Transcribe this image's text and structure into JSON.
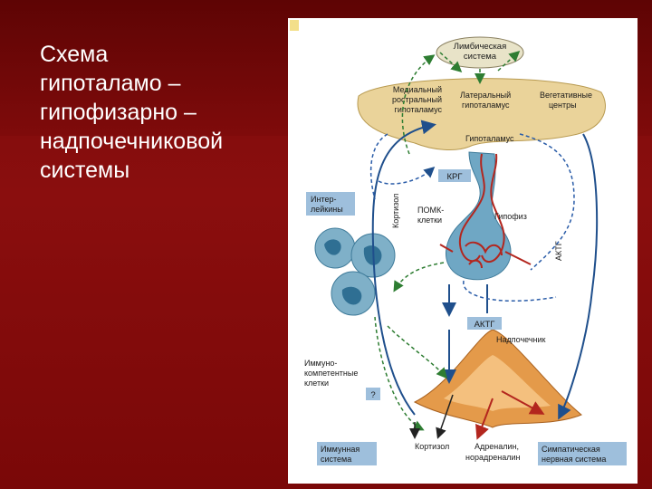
{
  "slide": {
    "title_lines": [
      "Схема",
      "гипоталамо –",
      "гипофизарно –",
      "надпочечниковой",
      "системы"
    ]
  },
  "diagram": {
    "limbic_system": [
      "Лимбическая",
      "система"
    ],
    "medial_hypothalamus": [
      "Медиальный",
      "ростральный",
      "гипоталамус"
    ],
    "lateral_hypothalamus": [
      "Латеральный",
      "гипоталамус"
    ],
    "autonomic_centers": [
      "Вегетативные",
      "центры"
    ],
    "hypothalamus": "Гипоталамус",
    "crh": "КРГ",
    "interleukins": [
      "Интер-",
      "лейкины"
    ],
    "cortisol_vertical": "Кортизол",
    "pomc_cells": [
      "ПОМК-",
      "клетки"
    ],
    "pituitary": "Гипофиз",
    "acth_vertical": "АКТГ",
    "acth": "АКТГ",
    "adrenal": "Надпочечник",
    "immunocompetent_cells": [
      "Иммуно-",
      "компетентные",
      "клетки"
    ],
    "question": "?",
    "immune_system": [
      "Иммунная",
      "система"
    ],
    "cortisol": "Кортизол",
    "adrenaline": [
      "Адреналин,",
      "норадреналин"
    ],
    "sympathetic": [
      "Симпатическая",
      "нервная система"
    ]
  },
  "colors": {
    "blue": "#1f4f8c",
    "dashed_blue": "#2a5ca8",
    "green": "#2e7d32",
    "red": "#b3261e",
    "label_box": "#9ebfdc",
    "hypothalamus_fill": "#ead39a",
    "adrenal_fill": "#e49a4a",
    "cells_fill": "#7fb0c8"
  }
}
